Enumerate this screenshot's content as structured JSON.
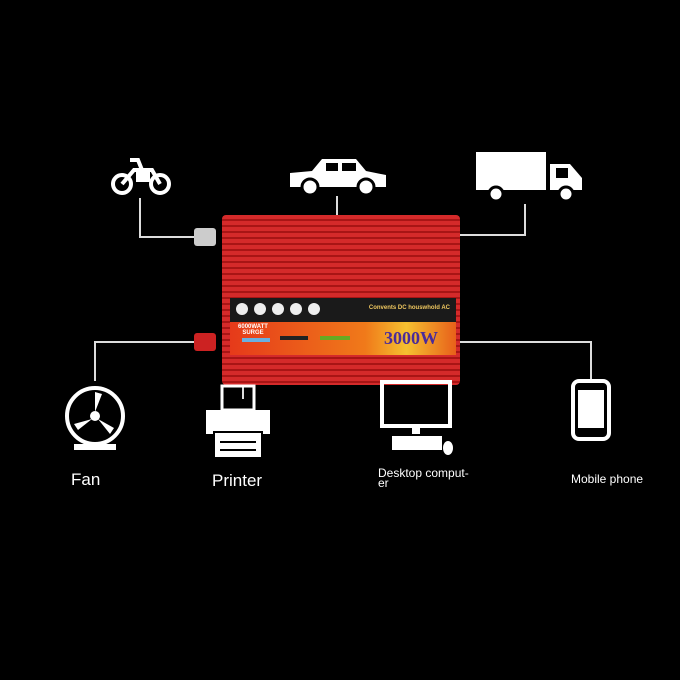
{
  "product": {
    "tagline": "Convents DC houswhold AC",
    "surge": "6000WATT SURGE",
    "power": "3000W"
  },
  "inputs": [
    {
      "icon": "motorcycle-icon"
    },
    {
      "icon": "car-icon"
    },
    {
      "icon": "truck-icon"
    }
  ],
  "outputs": [
    {
      "icon": "fan-icon",
      "label": "Fan"
    },
    {
      "icon": "printer-icon",
      "label": "Printer"
    },
    {
      "icon": "desktop-computer-icon",
      "label": "Desktop comput-\ner"
    },
    {
      "icon": "mobile-phone-icon",
      "label": "Mobile phone"
    }
  ]
}
